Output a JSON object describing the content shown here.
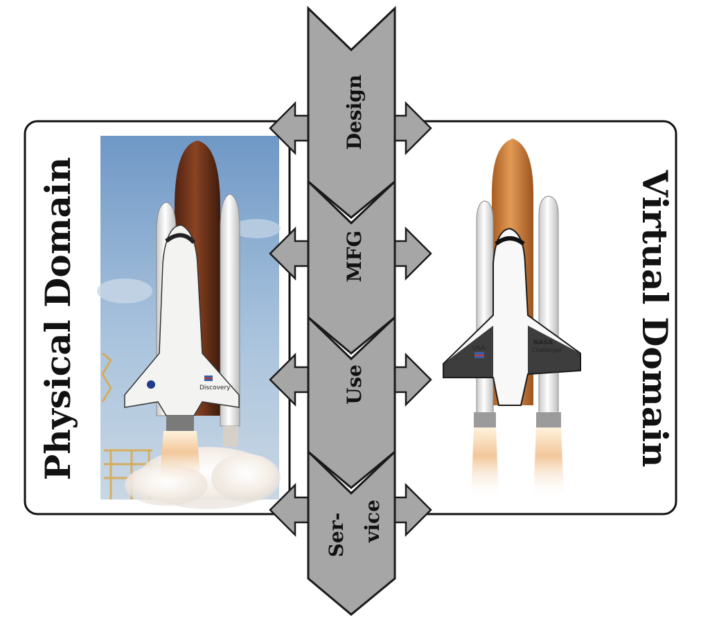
{
  "domains": {
    "physical": "Physical Domain",
    "virtual": "Virtual Domain"
  },
  "stages": [
    {
      "id": "design",
      "lines": [
        "Design"
      ]
    },
    {
      "id": "mfg",
      "lines": [
        "MFG"
      ]
    },
    {
      "id": "use",
      "lines": [
        "Use"
      ]
    },
    {
      "id": "service",
      "lines": [
        "Ser-",
        "vice"
      ]
    }
  ],
  "shuttle_markings": {
    "physical_name": "Discovery",
    "virtual_agency": "NASA",
    "virtual_name": "Challenger",
    "virtual_flag_text": "USA"
  },
  "colors": {
    "arrow_fill": "#a6a6a6",
    "arrow_stroke": "#1a1a1a",
    "tank_physical": "#7a3a1c",
    "tank_virtual": "#c9772e",
    "sky": "#8fb3d6"
  }
}
